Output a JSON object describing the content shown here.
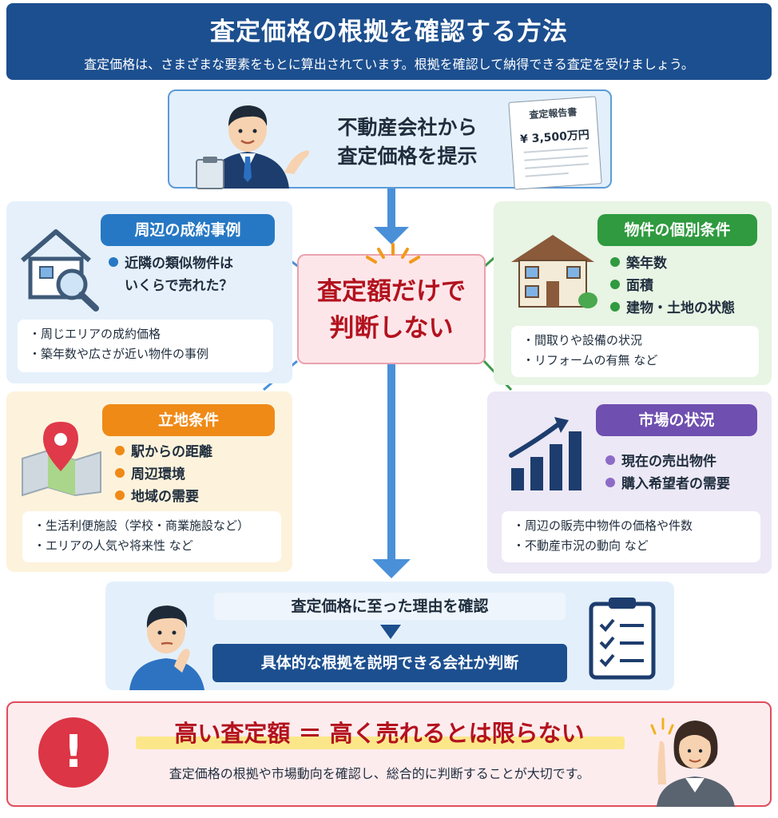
{
  "header": {
    "title": "査定価格の根拠を確認する方法",
    "subtitle": "査定価格は、さまざまな要素をもとに算出されています。根拠を確認して納得できる査定を受けましょう。"
  },
  "top": {
    "line1": "不動産会社から",
    "line2": "査定価格を提示",
    "report_title": "査定報告書",
    "report_price": "¥ 3,500万円"
  },
  "center": {
    "line1": "査定額だけで",
    "line2": "判断しない"
  },
  "quad_blue": {
    "title": "周辺の成約事例",
    "bullets": [
      "近隣の類似物件は",
      "いくらで売れた？"
    ],
    "details": [
      "・周じエリアの成約価格",
      "・築年数や広さが近い物件の事例"
    ],
    "color": "#2778c4"
  },
  "quad_green": {
    "title": "物件の個別条件",
    "bullets": [
      "築年数",
      "面積",
      "建物・土地の状態"
    ],
    "details": [
      "・間取りや設備の状況",
      "・リフォームの有無 など"
    ],
    "color": "#2f9a3f"
  },
  "quad_orange": {
    "title": "立地条件",
    "bullets": [
      "駅からの距離",
      "周辺環境",
      "地域の需要"
    ],
    "details": [
      "・生活利便施設（学校・商業施設など）",
      "・エリアの人気や将来性 など"
    ],
    "color": "#ef8a17"
  },
  "quad_purple": {
    "title": "市場の状況",
    "bullets": [
      "現在の売出物件",
      "購入希望者の需要"
    ],
    "details": [
      "・周辺の販売中物件の価格や件数",
      "・不動産市況の動向 など"
    ],
    "color": "#6f4fb0"
  },
  "bottom": {
    "top_label": "査定価格に至った理由を確認",
    "bottom_label": "具体的な根拠を説明できる会社か判断"
  },
  "warning": {
    "title": "高い査定額 ＝ 高く売れるとは限らない",
    "text": "査定価格の根拠や市場動向を確認し、総合的に判断することが大切です。",
    "mark": "!"
  }
}
